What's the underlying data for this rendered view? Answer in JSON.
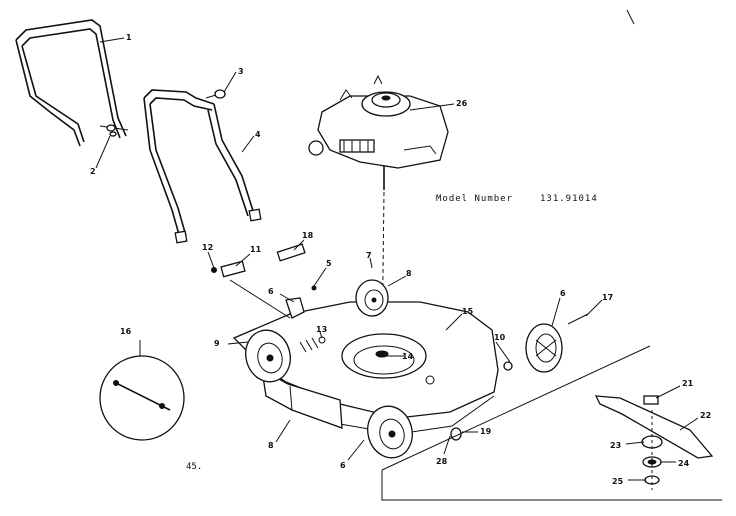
{
  "header": {
    "model_label": "Model Number",
    "model_number": "131.91014"
  },
  "page_number": "45.",
  "callouts": [
    "1",
    "2",
    "3",
    "4",
    "26",
    "18",
    "12",
    "11",
    "5",
    "6",
    "7",
    "8",
    "6",
    "17",
    "15",
    "14",
    "13",
    "9",
    "10",
    "16",
    "8",
    "6",
    "19",
    "28",
    "21",
    "22",
    "23",
    "24",
    "25"
  ]
}
